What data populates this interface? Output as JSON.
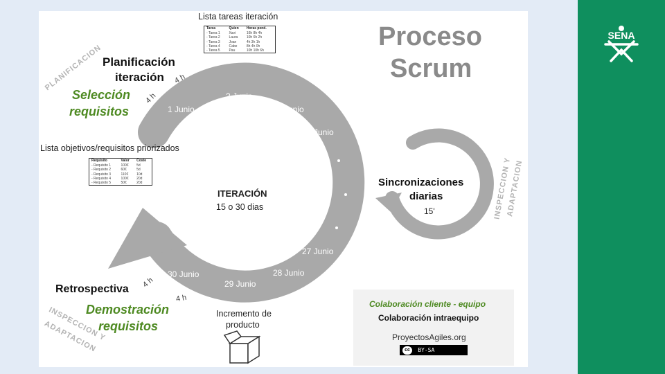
{
  "diagram": {
    "title_line1": "Proceso",
    "title_line2": "Scrum",
    "planning_title_line1": "Planificación",
    "planning_title_line2": "iteración",
    "planning_side_label": "PLANIFICACION",
    "selection_line1": "Selección",
    "selection_line2": "requisitos",
    "hours_4h": "4 h",
    "task_list_caption": "Lista tareas iteración",
    "task_table": {
      "headers": [
        "Tarea",
        "Quien",
        "Horas pend."
      ],
      "rows": [
        [
          "- Tarea 1",
          "Xavi",
          "16h 8h 4h"
        ],
        [
          "- Tarea 2",
          "Laura",
          "10h 6h 2h"
        ],
        [
          "- Tarea 3",
          "Joan",
          "4h 3h 1h"
        ],
        [
          "- Tarea 4",
          "Cabe",
          "8h 4h 0h"
        ],
        [
          "- Tarea 5",
          "Pau",
          "10h 10h 6h"
        ]
      ]
    },
    "req_list_caption": "Lista objetivos/requisitos priorizados",
    "req_table": {
      "headers": [
        "Requisito",
        "Valor",
        "Coste"
      ],
      "rows": [
        [
          "- Requisito 1",
          "100€",
          "5d"
        ],
        [
          "- Requisito 2",
          "60€",
          "5d"
        ],
        [
          "- Requisito 3",
          "110€",
          "10d"
        ],
        [
          "- Requisito 4",
          "100€",
          "20d"
        ],
        [
          "- Requisito 5",
          "50€",
          "20d"
        ]
      ]
    },
    "days": [
      "1 Junio",
      "2 Junio",
      "3 Junio",
      "4 Junio",
      "27 Junio",
      "28 Junio",
      "29 Junio",
      "30 Junio"
    ],
    "iteration_label": "ITERACIÓN",
    "iteration_duration": "15 o 30 dias",
    "sync_title_line1": "Sincronizaciones",
    "sync_title_line2": "diarias",
    "sync_duration": "15'",
    "inspection_right_line1": "INSPECCION Y",
    "inspection_right_line2": "ADAPTACION",
    "retro_title": "Retrospectiva",
    "demo_line1": "Demostración",
    "demo_line2": "requisitos",
    "inspection_left_line1": "INSPECCION Y",
    "inspection_left_line2": "ADAPTACION",
    "increment_line1": "Incremento de",
    "increment_line2": "producto",
    "collab_client": "Colaboración cliente - equipo",
    "collab_team": "Colaboración intraequipo",
    "site": "ProyectosAgiles.org",
    "license": "BY-SA",
    "license_cc": "cc"
  },
  "logo": {
    "text": "SENA"
  },
  "colors": {
    "arrow": "#a9a9a9",
    "green_text": "#4e8a22",
    "sena_green": "#0f8f5e",
    "background": "#e3ebf6"
  }
}
